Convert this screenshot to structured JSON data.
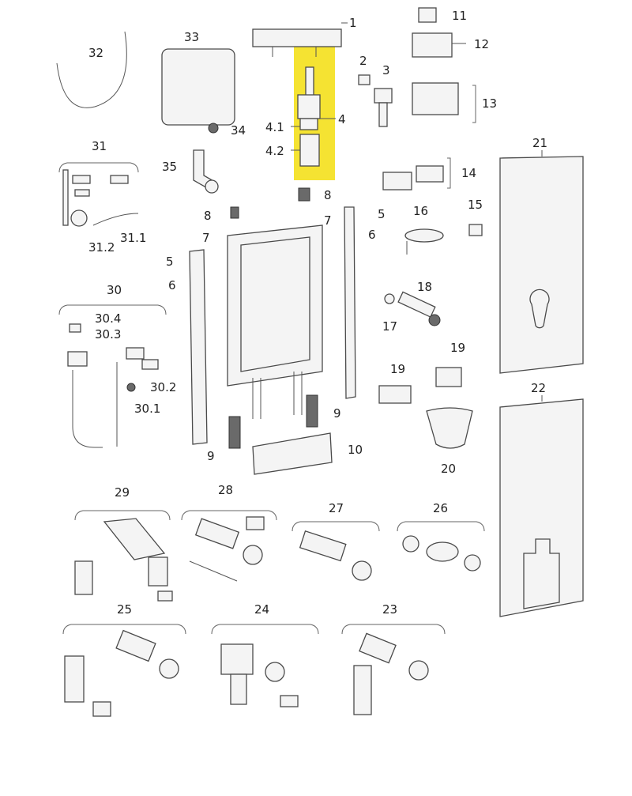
{
  "highlight_color": "#f5e332",
  "labels": {
    "l1": "1",
    "l2": "2",
    "l3": "3",
    "l4": "4",
    "l41": "4.1",
    "l42": "4.2",
    "l5a": "5",
    "l5b": "5",
    "l6a": "6",
    "l6b": "6",
    "l7a": "7",
    "l7b": "7",
    "l8a": "8",
    "l8b": "8",
    "l9a": "9",
    "l9b": "9",
    "l10": "10",
    "l11": "11",
    "l12": "12",
    "l13": "13",
    "l14": "14",
    "l15": "15",
    "l16": "16",
    "l17": "17",
    "l18": "18",
    "l19a": "19",
    "l19b": "19",
    "l20": "20",
    "l21": "21",
    "l22": "22",
    "l23": "23",
    "l24": "24",
    "l25": "25",
    "l26": "26",
    "l27": "27",
    "l28": "28",
    "l29": "29",
    "l30": "30",
    "l301": "30.1",
    "l302": "30.2",
    "l303": "30.3",
    "l304": "30.4",
    "l31": "31",
    "l311": "31.1",
    "l312": "31.2",
    "l32": "32",
    "l33": "33",
    "l34": "34",
    "l35": "35"
  }
}
